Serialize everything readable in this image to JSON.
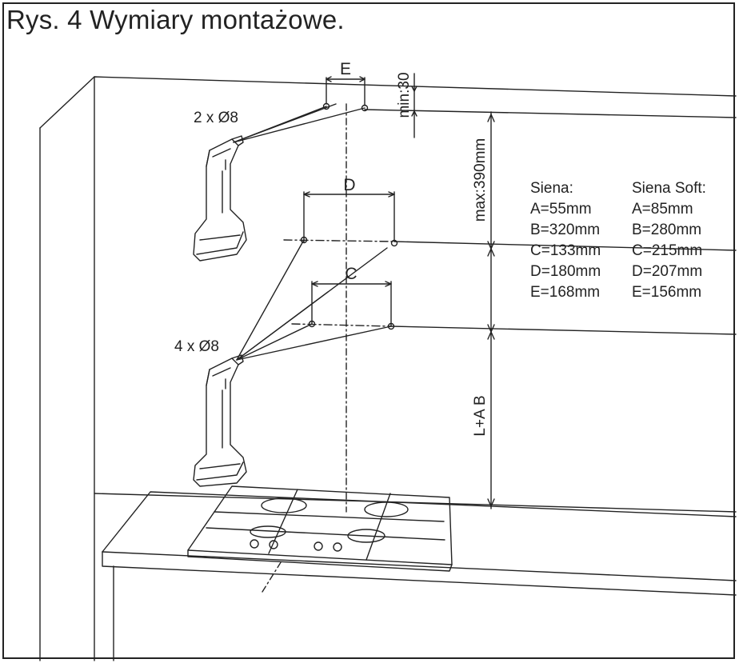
{
  "title": "Rys. 4 Wymiary montażowe.",
  "labels": {
    "E": "E",
    "D": "D",
    "C": "C",
    "min": "min:30",
    "max": "max:390mm",
    "lab": "L+A B",
    "holes_top": "2 x Ø8",
    "holes_bottom": "4 x Ø8"
  },
  "specs": {
    "siena": {
      "name": "Siena:",
      "values": [
        "A=55mm",
        "B=320mm",
        "C=133mm",
        "D=180mm",
        "E=168mm"
      ]
    },
    "siena_soft": {
      "name": "Siena Soft:",
      "values": [
        "A=85mm",
        "B=280mm",
        "C=215mm",
        "D=207mm",
        "E=156mm"
      ]
    }
  },
  "colors": {
    "line": "#222222",
    "background": "#ffffff"
  }
}
